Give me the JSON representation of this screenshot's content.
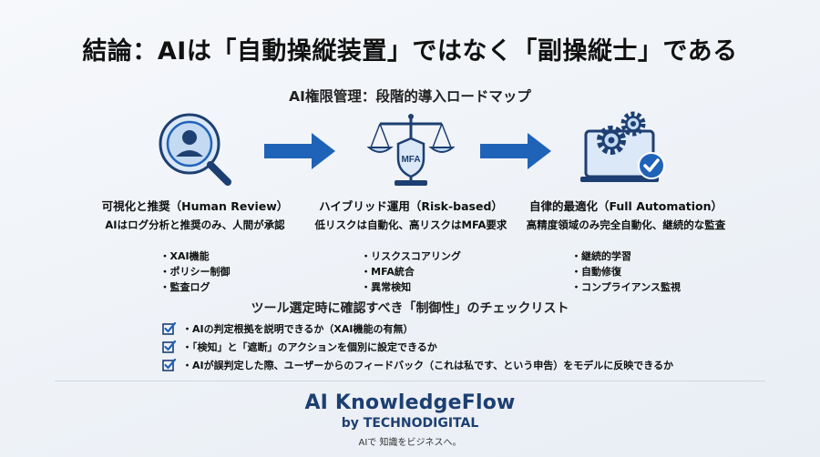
{
  "title": "結論：AIは「自動操縦装置」ではなく「副操縦士」である",
  "subtitle": "AI権限管理：段階的導入ロードマップ",
  "stages": [
    {
      "name": "可視化と推奨（Human Review）",
      "desc": "AIはログ分析と推奨のみ、人間が承認",
      "bullets": [
        "XAI機能",
        "ポリシー制御",
        "監査ログ"
      ],
      "icon": "magnifier-person-icon"
    },
    {
      "name": "ハイブリッド運用（Risk-based）",
      "desc": "低リスクは自動化、高リスクはMFA要求",
      "bullets": [
        "リスクスコアリング",
        "MFA統合",
        "異常検知"
      ],
      "icon": "scale-shield-icon",
      "badge": "MFA"
    },
    {
      "name": "自律的最適化（Full Automation）",
      "desc": "高精度領域のみ完全自動化、継続的な監査",
      "bullets": [
        "継続的学習",
        "自動修復",
        "コンプライアンス監視"
      ],
      "icon": "gears-monitor-icon"
    }
  ],
  "checklist": {
    "title": "ツール選定時に確認すべき「制御性」のチェックリスト",
    "items": [
      "・AIの判定根拠を説明できるか（XAI機能の有無）",
      "・「検知」と「遮断」のアクションを個別に設定できるか",
      "・AIが誤判定した際、ユーザーからのフィードバック（これは私です、という申告）をモデルに反映できるか"
    ]
  },
  "brand": {
    "logo": "AI KnowledgeFlow",
    "by": "by TECHNODIGITAL",
    "tagline": "AIで 知識をビジネスへ。"
  },
  "colors": {
    "accent_blue": "#1f63b8",
    "navy": "#1d3f72",
    "light_blue": "#a9c6e8"
  }
}
